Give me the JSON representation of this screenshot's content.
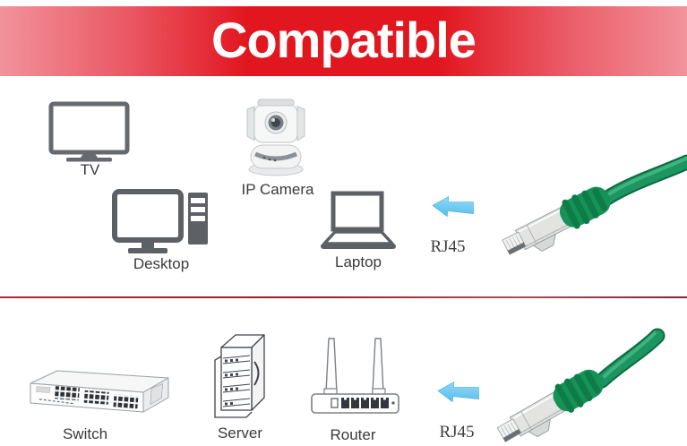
{
  "banner": {
    "title": "Compatible",
    "background_center": "#e2161f",
    "background_edge": "#f2929a",
    "text_color": "#ffffff"
  },
  "top_section": {
    "devices": [
      {
        "label": "TV",
        "icon": "tv-icon"
      },
      {
        "label": "IP Camera",
        "icon": "ip-camera-icon"
      },
      {
        "label": "Desktop",
        "icon": "desktop-icon"
      },
      {
        "label": "Laptop",
        "icon": "laptop-icon"
      }
    ],
    "arrow_icon": "left-arrow-icon",
    "cable_label": "RJ45",
    "cable_icon": "green-ethernet-cable-icon"
  },
  "bottom_section": {
    "devices": [
      {
        "label": "Switch",
        "icon": "switch-icon"
      },
      {
        "label": "Server",
        "icon": "server-icon"
      },
      {
        "label": "Router",
        "icon": "router-icon"
      }
    ],
    "arrow_icon": "left-arrow-icon",
    "cable_label": "RJ45",
    "cable_icon": "green-ethernet-cable-icon"
  },
  "colors": {
    "arrow_blue": "#5fc2ec",
    "cable_green": "#1d9560",
    "connector_silver": "#e3e4e2",
    "icon_gray": "#5d6166",
    "divider_red": "#a02531",
    "label_text": "#3a3a3a"
  }
}
